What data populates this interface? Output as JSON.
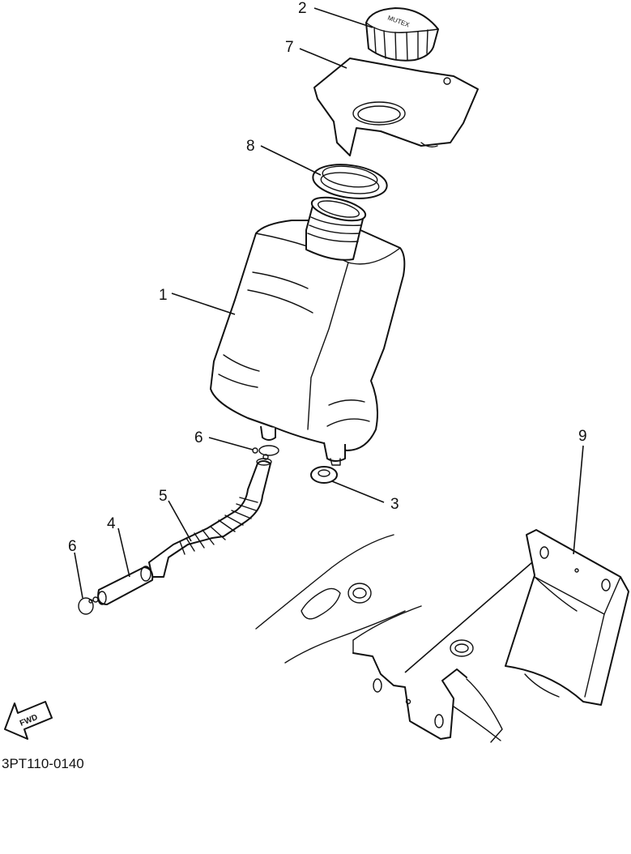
{
  "callouts": {
    "c1": "1",
    "c2": "2",
    "c3": "3",
    "c4": "4",
    "c5": "5",
    "c6a": "6",
    "c6b": "6",
    "c7": "7",
    "c8": "8",
    "c9": "9"
  },
  "cap_marking": "MUTEX",
  "fwd_label": "FWD",
  "diagram_code": "3PT110-0140",
  "colors": {
    "ink": "#111111",
    "paper": "#ffffff"
  }
}
